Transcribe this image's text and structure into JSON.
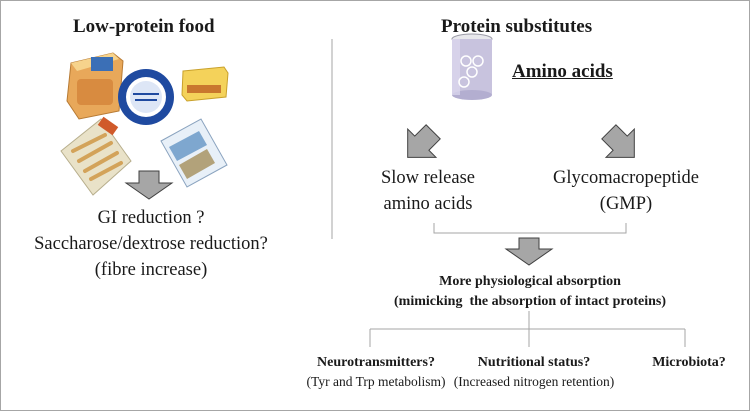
{
  "left": {
    "title": "Low-protein food",
    "outcomes": [
      "GI reduction ?",
      "Saccharose/dextrose reduction?",
      "(fibre increase)"
    ]
  },
  "right": {
    "title": "Protein substitutes",
    "amino_acids": "Amino acids",
    "slow_release": [
      "Slow release",
      "amino acids"
    ],
    "gmp": [
      "Glycomacropeptide",
      "(GMP)"
    ],
    "absorption": [
      "More physiological absorption",
      "(mimicking  the absorption of intact proteins)"
    ],
    "effects": [
      {
        "title": "Neurotransmitters?",
        "detail": "(Tyr and Trp metabolism)"
      },
      {
        "title": "Nutritional status?",
        "detail": "(Increased nitrogen retention)"
      },
      {
        "title": "Microbiota?",
        "detail": ""
      }
    ]
  },
  "colors": {
    "arrow_fill": "#a6a6a6",
    "arrow_stroke": "#404040",
    "line": "#a6a6a6",
    "can_body": "#c8c3de"
  }
}
